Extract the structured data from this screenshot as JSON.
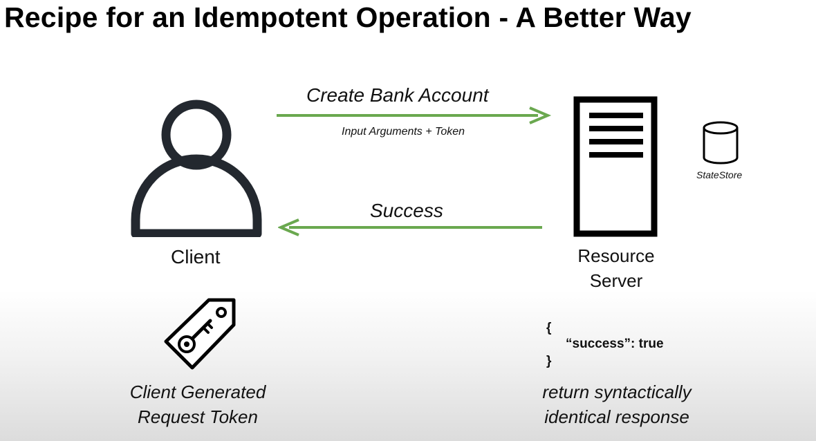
{
  "title": "Recipe for an Idempotent Operation - A Better Way",
  "client": {
    "label": "Client"
  },
  "request": {
    "label": "Create Bank Account",
    "sublabel": "Input Arguments + Token"
  },
  "response": {
    "label": "Success"
  },
  "server": {
    "label_line1": "Resource",
    "label_line2": "Server"
  },
  "statestore": {
    "label": "StateStore"
  },
  "token": {
    "caption_line1": "Client Generated",
    "caption_line2": "Request Token"
  },
  "json_response": {
    "open": "{",
    "body": "“success”: true",
    "close": "}"
  },
  "response_note": {
    "line1": "return syntactically",
    "line2": "identical response"
  },
  "colors": {
    "arrow": "#6aa84f",
    "icon": "#23282f",
    "text": "#111111"
  },
  "icons": [
    "person-icon",
    "server-icon",
    "database-icon",
    "key-tag-icon"
  ]
}
